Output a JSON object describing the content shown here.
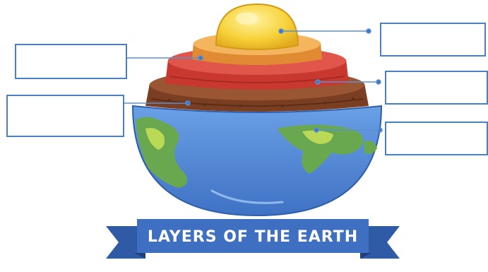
{
  "diagram": {
    "banner": {
      "title": "LAYERS OF THE EARTH"
    },
    "labels": [
      {
        "layer": "inner-core",
        "text": ""
      },
      {
        "layer": "outer-core",
        "text": ""
      },
      {
        "layer": "mantle",
        "text": ""
      },
      {
        "layer": "lower-crust",
        "text": ""
      },
      {
        "layer": "crust-surface",
        "text": ""
      }
    ],
    "colors": {
      "inner_core": "#f7d23a",
      "outer_core": "#f2a24a",
      "mantle": "#d8453a",
      "crust": "#8a4b2a",
      "ocean": "#4f86d6",
      "land": "#6aa84f",
      "banner": "#3f6fc0",
      "leader_line": "#4a7fc1"
    },
    "icons": {
      "earth": "hemisphere-cutaway-icon",
      "ribbon": "ribbon-banner-icon"
    }
  }
}
